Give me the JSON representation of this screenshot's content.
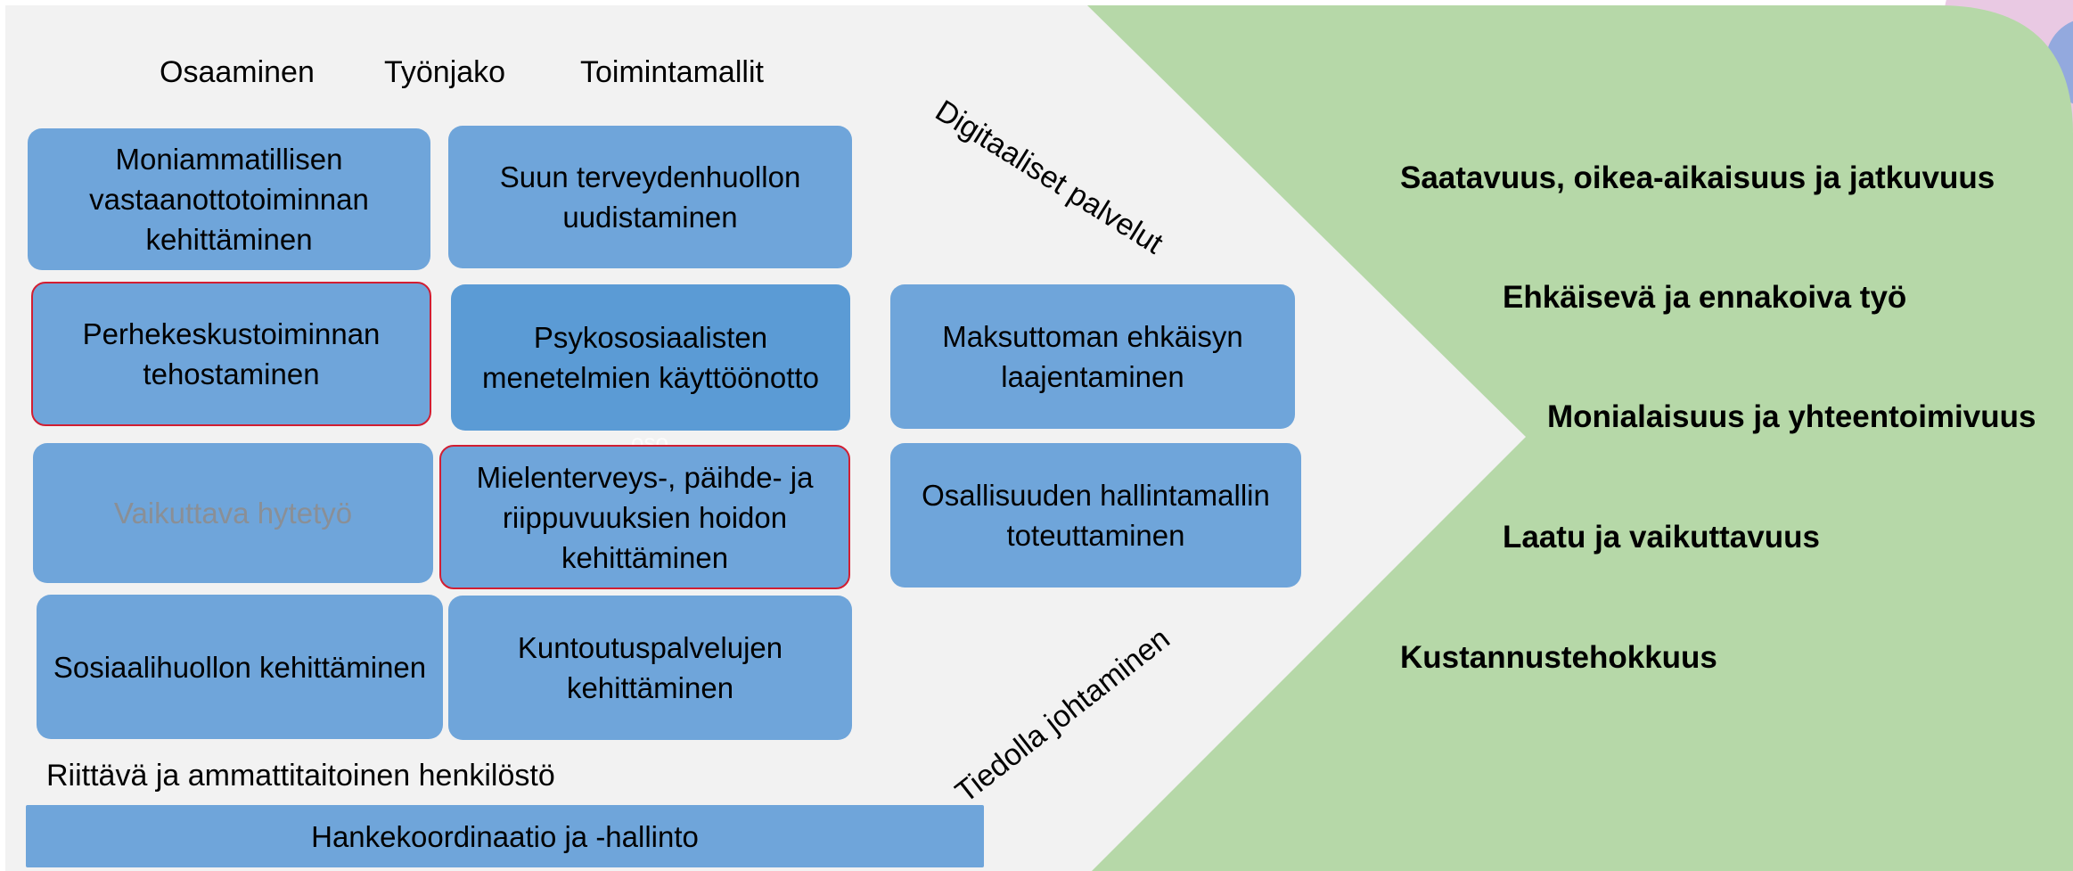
{
  "columns": [
    "Osaaminen",
    "Työnjako",
    "Toimintamallit"
  ],
  "boxes": {
    "moniammatillisen": "Moniammatillisen vastaanottotoiminnan kehittäminen",
    "suun": "Suun terveydenhuollon uudistaminen",
    "perhekeskus": "Perhekeskustoiminnan tehostaminen",
    "psykososiaaliset": "Psykososiaalisten menetelmien käyttöönotto",
    "maksuton": "Maksuttoman ehkäisyn laajentaminen",
    "hytetyo": "Vaikuttava hytetyö",
    "mielenterveys": "Mielenterveys-, päihde- ja riippuvuuksien hoidon kehittäminen",
    "osallisuus": "Osallisuuden hallintamallin toteuttaminen",
    "sosiaalihuolto": "Sosiaalihuollon kehittäminen",
    "kuntoutus": "Kuntoutuspalvelujen kehittäminen",
    "hankekoordinaatio": "Hankekoordinaatio ja -hallinto"
  },
  "diagonal_labels": {
    "digitaaliset": "Digitaaliset palvelut",
    "tiedolla": "Tiedolla johtaminen"
  },
  "staff_label": "Riittävä ja ammattitaitoinen henkilöstö",
  "ghost_text": "oso",
  "goals": [
    "Saatavuus, oikea-aikaisuus ja jatkuvuus",
    "Ehkäisevä ja ennakoiva työ",
    "Monialaisuus ja yhteentoimivuus",
    "Laatu ja vaikuttavuus",
    "Kustannustehokkuus"
  ],
  "colors": {
    "box_fill": "#6fa5da",
    "box_fill_dark": "#5b9bd5",
    "highlight_border": "#d21e32",
    "arrow_fill": "#f2f2f2",
    "goal_area": "#b6d8a8"
  }
}
